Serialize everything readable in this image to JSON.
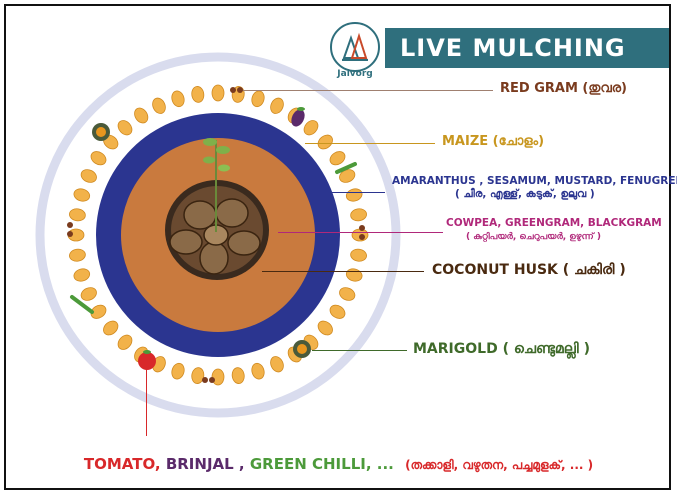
{
  "title": "LIVE MULCHING",
  "logo": {
    "text": "Jaivorg",
    "icon": "pine-trees-logo-icon"
  },
  "labels": {
    "red_gram": "RED GRAM (തുവര)",
    "maize": "MAIZE (ചോളം)",
    "amaranthus_line1": "AMARANTHUS , SESAMUM, MUSTARD, FENUGREEK",
    "amaranthus_line2": "( ചീര, എള്ള്, കടുക്, ഉലുവ )",
    "cowpea_line1": "COWPEA, GREENGRAM, BLACKGRAM",
    "cowpea_line2": "( കുറ്റിപയർ, ചെറുപയർ, ഉഴുന്ന് )",
    "coconut_husk": "COCONUT HUSK ( ചകിരി )",
    "marigold": "MARIGOLD ( ചെണ്ടുമല്ലി )"
  },
  "bottom": {
    "tomato": "TOMATO,",
    "brinjal": "BRINJAL ,",
    "chilli": "GREEN CHILLI, ...",
    "malayalam": "(തക്കാളി, വഴുതന, പച്ചമുളക്, ... )"
  },
  "colors": {
    "banner": "#2f6f7d",
    "outer_ring": "#d9dcee",
    "blue_ring": "#2b3590",
    "soil": "#c97a3e",
    "seed": "#f2b24a",
    "red_gram": "#7a3b1e",
    "maize": "#c8961e",
    "amaranthus": "#2b3590",
    "cowpea": "#b0287a",
    "coconut": "#4a2a10",
    "marigold": "#3f6a2a",
    "tomato": "#d8282a",
    "brinjal": "#5a2a6a",
    "chilli": "#4c9a3a"
  }
}
